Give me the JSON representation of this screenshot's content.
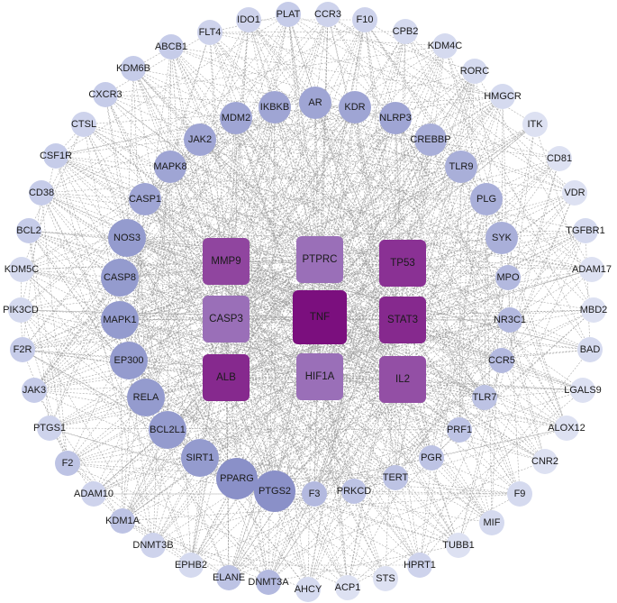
{
  "colors": {
    "hub_dark": "#7b0f7e",
    "hub_mid": "#8e3a99",
    "hub_light": "#9a6fb8",
    "node_dark": "#7f86c2",
    "node_mid": "#a3a9d6",
    "node_light": "#c4cae8",
    "node_faint": "#dde1f2",
    "edge": "#9a9a9a"
  },
  "hubs": [
    {
      "label": "TNF",
      "level": 1.0
    },
    {
      "label": "STAT3",
      "level": 0.85
    },
    {
      "label": "ALB",
      "level": 0.85
    },
    {
      "label": "TP53",
      "level": 0.8
    },
    {
      "label": "MMP9",
      "level": 0.7
    },
    {
      "label": "IL2",
      "level": 0.65
    },
    {
      "label": "PTPRC",
      "level": 0.5
    },
    {
      "label": "HIF1A",
      "level": 0.5
    },
    {
      "label": "CASP3",
      "level": 0.5
    }
  ],
  "nodes": [
    {
      "label": "PLAT",
      "level": 0.3
    },
    {
      "label": "CCR3",
      "level": 0.2
    },
    {
      "label": "F10",
      "level": 0.2
    },
    {
      "label": "IDO1",
      "level": 0.2
    },
    {
      "label": "FLT4",
      "level": 0.2
    },
    {
      "label": "CPB2",
      "level": 0.1
    },
    {
      "label": "KDM4C",
      "level": 0.1
    },
    {
      "label": "ABCB1",
      "level": 0.3
    },
    {
      "label": "RORC",
      "level": 0.1
    },
    {
      "label": "KDM6B",
      "level": 0.3
    },
    {
      "label": "HMGCR",
      "level": 0.1
    },
    {
      "label": "AR",
      "level": 0.7
    },
    {
      "label": "KDR",
      "level": 0.7
    },
    {
      "label": "IKBKB",
      "level": 0.7
    },
    {
      "label": "CXCR3",
      "level": 0.3
    },
    {
      "label": "MDM2",
      "level": 0.7
    },
    {
      "label": "NLRP3",
      "level": 0.7
    },
    {
      "label": "ITK",
      "level": 0.0
    },
    {
      "label": "CTSL",
      "level": 0.2
    },
    {
      "label": "CREBBP",
      "level": 0.6
    },
    {
      "label": "JAK2",
      "level": 0.7
    },
    {
      "label": "CSF1R",
      "level": 0.3
    },
    {
      "label": "CD81",
      "level": 0.0
    },
    {
      "label": "TLR9",
      "level": 0.6
    },
    {
      "label": "MAPK8",
      "level": 0.7
    },
    {
      "label": "VDR",
      "level": 0.0
    },
    {
      "label": "CD38",
      "level": 0.3
    },
    {
      "label": "PLG",
      "level": 0.6
    },
    {
      "label": "CASP1",
      "level": 0.7
    },
    {
      "label": "TGFBR1",
      "level": 0.1
    },
    {
      "label": "BCL2",
      "level": 0.3
    },
    {
      "label": "SYK",
      "level": 0.6
    },
    {
      "label": "NOS3",
      "level": 0.8
    },
    {
      "label": "ADAM17",
      "level": 0.0
    },
    {
      "label": "KDM5C",
      "level": 0.1
    },
    {
      "label": "MPO",
      "level": 0.5
    },
    {
      "label": "CASP8",
      "level": 0.8
    },
    {
      "label": "MBD2",
      "level": 0.0
    },
    {
      "label": "PIK3CD",
      "level": 0.1
    },
    {
      "label": "NR3C1",
      "level": 0.5
    },
    {
      "label": "MAPK1",
      "level": 0.8
    },
    {
      "label": "BAD",
      "level": 0.1
    },
    {
      "label": "F2R",
      "level": 0.3
    },
    {
      "label": "EP300",
      "level": 0.8
    },
    {
      "label": "CCR5",
      "level": 0.5
    },
    {
      "label": "LGALS9",
      "level": 0.0
    },
    {
      "label": "TLR7",
      "level": 0.4
    },
    {
      "label": "JAK3",
      "level": 0.3
    },
    {
      "label": "RELA",
      "level": 0.8
    },
    {
      "label": "ALOX12",
      "level": 0.0
    },
    {
      "label": "PTGS1",
      "level": 0.2
    },
    {
      "label": "PRF1",
      "level": 0.4
    },
    {
      "label": "BCL2L1",
      "level": 0.8
    },
    {
      "label": "CNR2",
      "level": 0.0
    },
    {
      "label": "F2",
      "level": 0.4
    },
    {
      "label": "SIRT1",
      "level": 0.8
    },
    {
      "label": "PGR",
      "level": 0.4
    },
    {
      "label": "F9",
      "level": 0.1
    },
    {
      "label": "PPARG",
      "level": 0.9
    },
    {
      "label": "TERT",
      "level": 0.4
    },
    {
      "label": "ADAM10",
      "level": 0.2
    },
    {
      "label": "PTGS2",
      "level": 0.9
    },
    {
      "label": "F3",
      "level": 0.5
    },
    {
      "label": "PRKCD",
      "level": 0.4
    },
    {
      "label": "MIF",
      "level": 0.1
    },
    {
      "label": "KDM1A",
      "level": 0.4
    },
    {
      "label": "DNMT3B",
      "level": 0.2
    },
    {
      "label": "TUBB1",
      "level": 0.0
    },
    {
      "label": "EPHB2",
      "level": 0.1
    },
    {
      "label": "HPRT1",
      "level": 0.2
    },
    {
      "label": "ELANE",
      "level": 0.4
    },
    {
      "label": "DNMT3A",
      "level": 0.5
    },
    {
      "label": "AHCY",
      "level": 0.1
    },
    {
      "label": "ACP1",
      "level": 0.0
    },
    {
      "label": "STS",
      "level": 0.0
    }
  ]
}
